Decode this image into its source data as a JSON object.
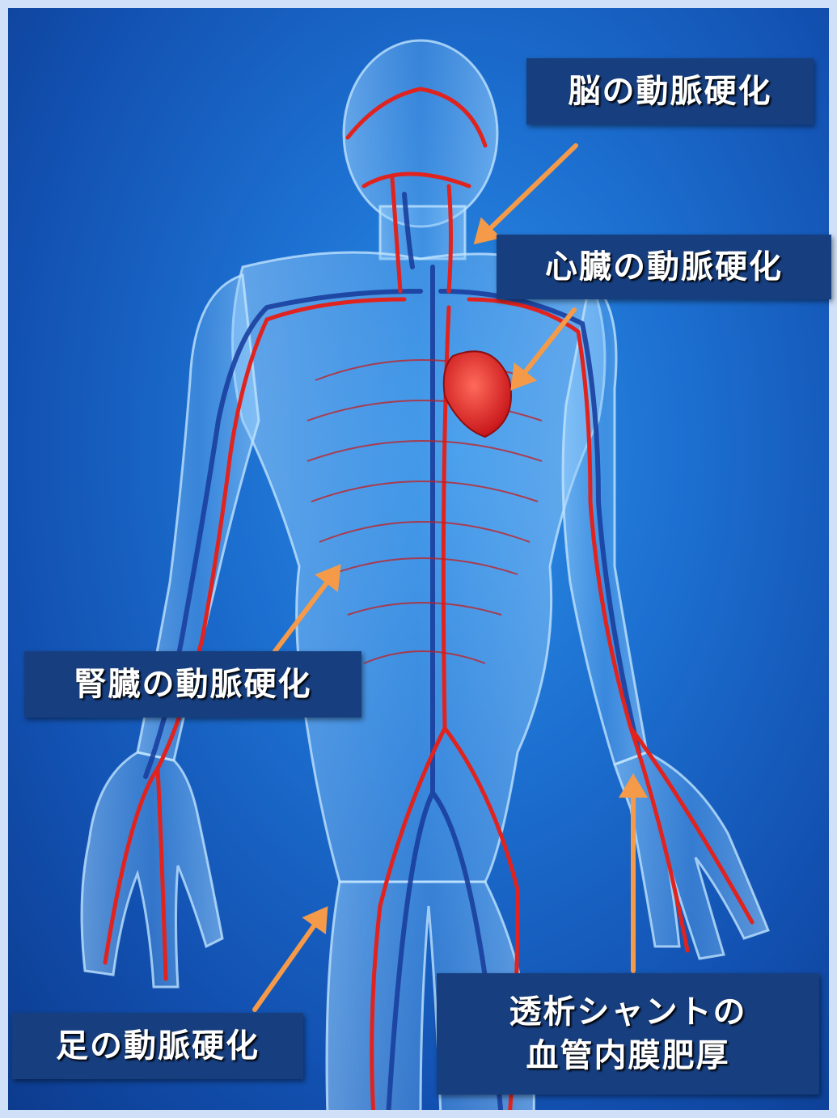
{
  "labels": {
    "brain": "脳の動脈硬化",
    "heart": "心臓の動脈硬化",
    "kidney": "腎臓の動脈硬化",
    "leg": "足の動脈硬化",
    "shunt_line1": "透析シャントの",
    "shunt_line2": "血管内膜肥厚"
  },
  "colors": {
    "background": "#1c6fd0",
    "label_box": "#173f80",
    "arrow": "#f59a48",
    "artery": "#e0231e",
    "vein": "#1a3f9e",
    "frame": "#cfe0f8"
  }
}
